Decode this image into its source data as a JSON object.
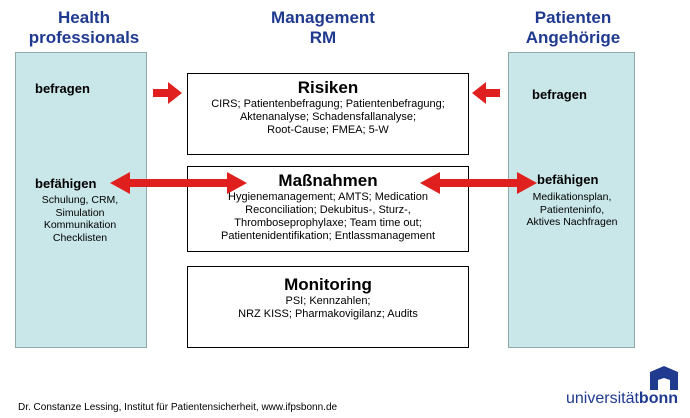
{
  "headers": {
    "left": [
      "Health",
      "professionals"
    ],
    "center": [
      "Management",
      "RM"
    ],
    "right": [
      "Patienten",
      "Angehörige"
    ]
  },
  "left_panel": {
    "befragen": "befragen",
    "befaehigen": "befähigen",
    "items": [
      "Schulung, CRM,",
      "Simulation",
      "Kommunikation",
      "Checklisten"
    ]
  },
  "right_panel": {
    "befragen": "befragen",
    "befaehigen": "befähigen",
    "items": [
      "Medikationsplan,",
      "Patienteninfo,",
      "Aktives Nachfragen"
    ]
  },
  "boxes": {
    "risiken": {
      "title": "Risiken",
      "lines": [
        "CIRS; Patientenbefragung; Patientenbefragung;",
        "Aktenanalyse; Schadensfallanalyse;",
        "Root-Cause; FMEA; 5-W"
      ]
    },
    "massnahmen": {
      "title": "Maßnahmen",
      "lines": [
        "Hygienemanagement; AMTS; Medication",
        "Reconciliation; Dekubitus-, Sturz-,",
        "Thromboseprophylaxe; Team time out;",
        "Patientenidentifikation; Entlassmanagement"
      ]
    },
    "monitoring": {
      "title": "Monitoring",
      "lines": [
        "PSI; Kennzahlen;",
        "NRZ KISS; Pharmakovigilanz; Audits"
      ]
    }
  },
  "footer": "Dr. Constanze Lessing, Institut für Patientensicherheit, www.ifpsbonn.de",
  "logo": {
    "prefix": "universität",
    "suffix": "bonn"
  },
  "colors": {
    "header": "#1f3a8f",
    "panel": "#c9e6e8",
    "arrow": "#e0201f"
  }
}
